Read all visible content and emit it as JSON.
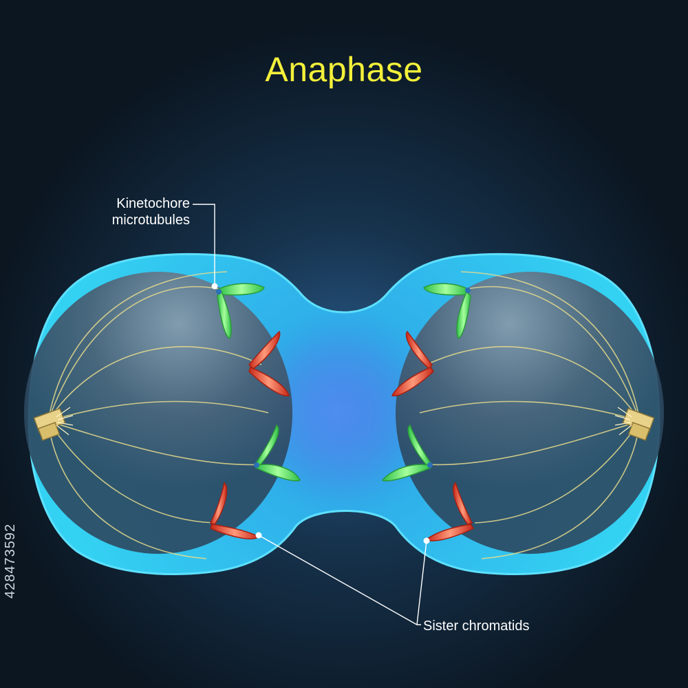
{
  "title": "Anaphase",
  "labels": {
    "kinetochore_microtubules_line1": "Kinetochore",
    "kinetochore_microtubules_line2": "microtubules",
    "sister_chromatids": "Sister chromatids"
  },
  "stock_id": "428473592",
  "colors": {
    "background": "#0d1a26",
    "title": "#f3f03a",
    "cell_membrane": "#35d0f0",
    "chromatid_green": "#4ee86a",
    "chromatid_red": "#f0452c",
    "spindle_fibers": "#e8dc8c",
    "centrosome": "#e8d28a"
  }
}
